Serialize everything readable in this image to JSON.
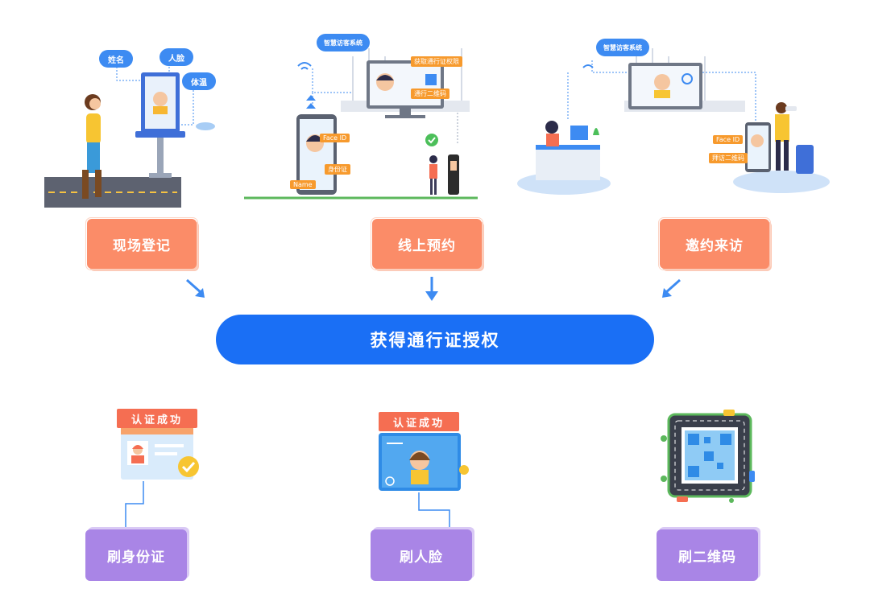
{
  "steps": {
    "onsite": "现场登记",
    "online": "线上预约",
    "invite": "邀约来访"
  },
  "center": "获得通行证授权",
  "methods": {
    "id_card": "刷身份证",
    "face": "刷人脸",
    "qr": "刷二维码"
  },
  "onsite_illustration": {
    "tag_name": "姓名",
    "tag_face": "人脸",
    "tag_temp": "体温"
  },
  "online_illustration": {
    "system": "智慧访客系统",
    "get_code": "获取通行证权限",
    "pass_qr": "通行二维码",
    "face_id": "Face ID",
    "id_card": "身份证",
    "name": "Name"
  },
  "invite_illustration": {
    "system": "智慧访客系统",
    "face_id": "Face ID",
    "visit_qr": "拜访二维码"
  },
  "success_labels": {
    "card": "认证成功",
    "face": "认证成功"
  },
  "colors": {
    "step": "#fb8c68",
    "center": "#1a6ff5",
    "method": "#a985e6",
    "arrow": "#3d8bf2"
  }
}
